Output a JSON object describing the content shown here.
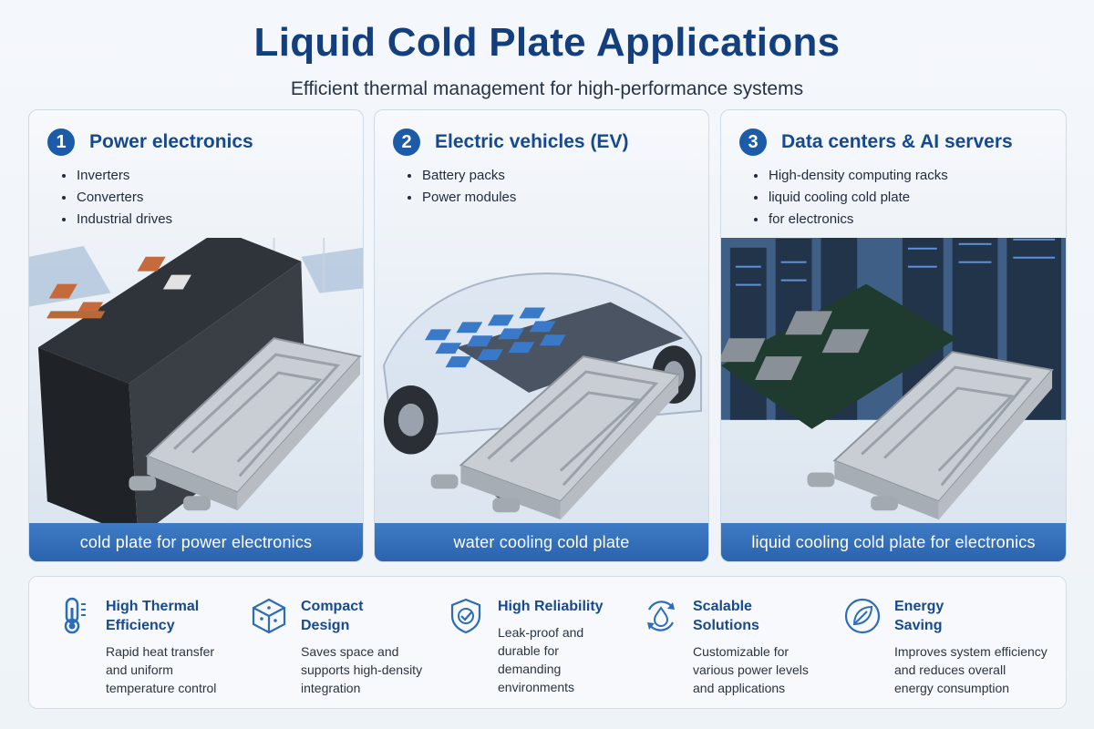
{
  "header": {
    "title": "Liquid Cold Plate Applications",
    "subtitle": "Efficient thermal management for high-performance systems"
  },
  "panels": [
    {
      "number": "1",
      "title": "Power electronics",
      "bullets": [
        "Inverters",
        "Converters",
        "Industrial drives"
      ],
      "caption": "cold plate for power electronics"
    },
    {
      "number": "2",
      "title": "Electric vehicles (EV)",
      "bullets": [
        "Battery packs",
        "Power modules"
      ],
      "caption": "water cooling cold plate"
    },
    {
      "number": "3",
      "title": "Data centers & AI servers",
      "bullets": [
        "High-density computing racks",
        "liquid cooling cold plate",
        "for electronics"
      ],
      "caption": "liquid cooling cold plate for electronics"
    }
  ],
  "features": [
    {
      "icon": "thermometer-icon",
      "title_lines": [
        "High Thermal",
        "Efficiency"
      ],
      "desc_lines": [
        "Rapid heat transfer",
        "and uniform",
        "temperature control"
      ]
    },
    {
      "icon": "cube-icon",
      "title_lines": [
        "Compact",
        "Design"
      ],
      "desc_lines": [
        "Saves space and",
        "supports high-density",
        "integration"
      ]
    },
    {
      "icon": "shield-check-icon",
      "title_lines": [
        "High Reliability"
      ],
      "desc_lines": [
        "Leak-proof and",
        "durable for",
        "demanding",
        "environments"
      ]
    },
    {
      "icon": "recycle-drop-icon",
      "title_lines": [
        "Scalable",
        "Solutions"
      ],
      "desc_lines": [
        "Customizable for",
        "various power levels",
        "and applications"
      ]
    },
    {
      "icon": "leaf-icon",
      "title_lines": [
        "Energy",
        "Saving"
      ],
      "desc_lines": [
        "Improves system efficiency",
        "and reduces overall",
        "energy consumption"
      ]
    }
  ],
  "colors": {
    "title": "#143f7f",
    "accent": "#1b5ba8",
    "caption_bar": "#2b63ad"
  }
}
